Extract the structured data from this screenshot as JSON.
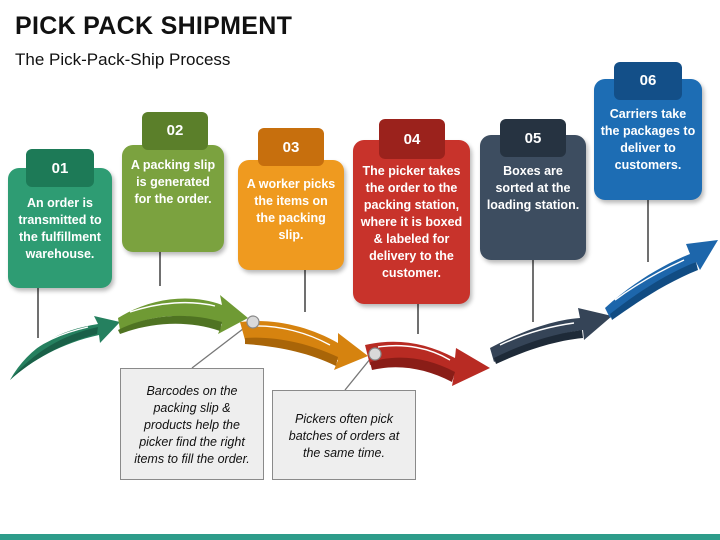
{
  "header": {
    "title": "PICK PACK SHIPMENT",
    "subtitle": "The Pick-Pack-Ship Process"
  },
  "steps": [
    {
      "number": "01",
      "text": "An order is transmitted to the fulfillment warehouse.",
      "color": "#2e9c73",
      "tab_color": "#1d7a57"
    },
    {
      "number": "02",
      "text": "A packing slip is generated for the order.",
      "color": "#7ba23f",
      "tab_color": "#5b7f2a"
    },
    {
      "number": "03",
      "text": "A worker picks the items on the packing slip.",
      "color": "#ef9a1f",
      "tab_color": "#c76f0d"
    },
    {
      "number": "04",
      "text": "The picker takes the order to the packing station, where it is boxed & labeled for delivery to the customer.",
      "color": "#c8332b",
      "tab_color": "#9b221c"
    },
    {
      "number": "05",
      "text": "Boxes are sorted at the loading station.",
      "color": "#3d4d60",
      "tab_color": "#263341"
    },
    {
      "number": "06",
      "text": "Carriers take the packages to deliver to customers.",
      "color": "#1d6db4",
      "tab_color": "#134f88"
    }
  ],
  "notes": [
    {
      "text": "Barcodes on the packing slip & products help the picker find the right items to fill the order."
    },
    {
      "text": "Pickers often pick batches of orders at the same time."
    }
  ],
  "colors": {
    "bottom_bar": "#2e9c8a",
    "note_background": "#eeeeee"
  }
}
